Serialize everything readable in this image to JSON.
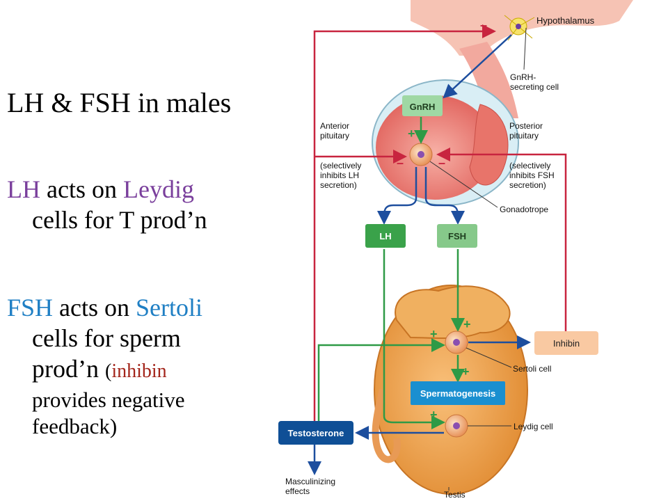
{
  "slide": {
    "title": "LH & FSH in males",
    "b1": {
      "lh": "LH",
      "acts": " acts on ",
      "leydig": "Leydig",
      "line2": "cells for T prod’n"
    },
    "b2": {
      "fsh": "FSH",
      "acts": " acts on ",
      "sertoli": "Sertoli",
      "line2": "cells for sperm",
      "line3a": "prod’n ",
      "paren_open": "(",
      "inhibin": "inhibin",
      "line4": "provides negative",
      "line5": "feedback)"
    }
  },
  "diagram": {
    "hypothalamus": "Hypothalamus",
    "gnrh_cell_1": "GnRH-",
    "gnrh_cell_2": "secreting cell",
    "gnrh": "GnRH",
    "anterior_1": "Anterior",
    "anterior_2": "pituitary",
    "posterior_1": "Posterior",
    "posterior_2": "pituitary",
    "inh_lh_1": "(selectively",
    "inh_lh_2": "inhibits LH",
    "inh_lh_3": "secretion)",
    "inh_fsh_1": "(selectively",
    "inh_fsh_2": "inhibits FSH",
    "inh_fsh_3": "secretion)",
    "gonadotrope": "Gonadotrope",
    "lh": "LH",
    "fsh": "FSH",
    "inhibin": "Inhibin",
    "sertoli_cell": "Sertoli cell",
    "spermatogenesis": "Spermatogenesis",
    "leydig_cell": "Leydig cell",
    "testosterone": "Testosterone",
    "masc_1": "Masculinizing",
    "masc_2": "effects",
    "testis": "Testis",
    "plus": "+",
    "minus": "–"
  },
  "colors": {
    "red_arrow": "#c8243f",
    "green_arrow": "#2e9a46",
    "blue_arrow": "#1d4e9e",
    "lh_box": "#3aa24a",
    "fsh_box": "#86c98a",
    "spermatogenesis_box": "#1a8fd0",
    "testosterone_box": "#0f4f96",
    "inhibin_box": "#f9c9a2"
  }
}
